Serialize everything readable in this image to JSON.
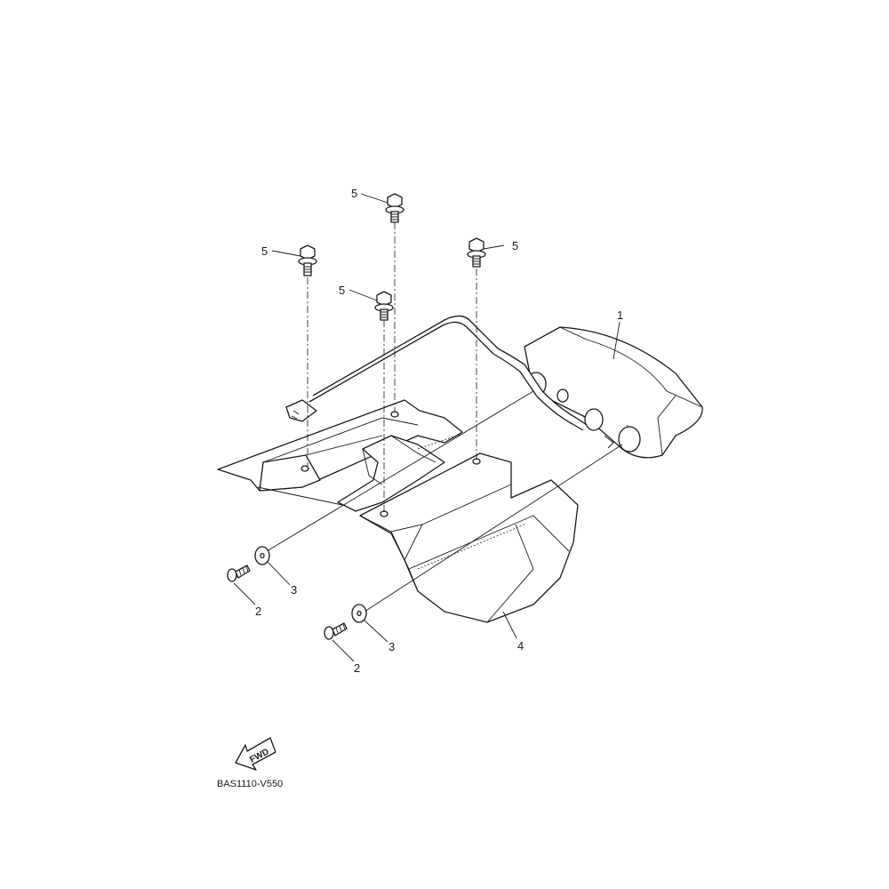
{
  "diagram": {
    "code": "BAS1110-V550",
    "fwd_label": "FWD",
    "callouts": {
      "bolt_a": "5",
      "bolt_b": "5",
      "bolt_c": "5",
      "bolt_d": "5",
      "tail_light": "1",
      "rear_fender": "4",
      "washer_left": "3",
      "washer_right": "3",
      "screw_left": "2",
      "screw_right": "2"
    }
  }
}
